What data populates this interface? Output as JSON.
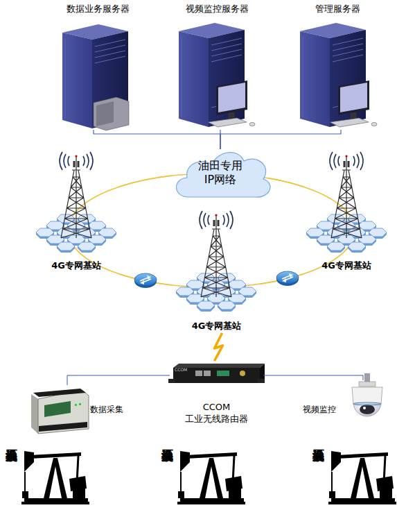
{
  "diagram": {
    "nodes": [
      {
        "text": [
          "数据业务服务器"
        ]
      },
      {
        "text": [
          "视频监控服务器"
        ]
      },
      {
        "text": [
          "管理服务器"
        ]
      },
      {
        "text": [
          "油田专用 IP网络"
        ]
      },
      {
        "text": [
          "4G专网基站"
        ]
      },
      {
        "text": [
          "4G专网基站"
        ]
      },
      {
        "text": [
          "4G专网基站"
        ]
      },
      {
        "text": [
          "CCOM 工业无线路由器"
        ]
      },
      {
        "text": [
          "数据采集"
        ]
      },
      {
        "text": [
          "视频监控"
        ]
      },
      {
        "text": [
          "石油采油机"
        ]
      },
      {
        "text": [
          "石油采油机"
        ]
      },
      {
        "text": [
          "石油采油机"
        ]
      }
    ],
    "edges": [
      {
        "from": 0,
        "to": 3,
        "arrow": "none"
      },
      {
        "from": 1,
        "to": 3,
        "arrow": "none"
      },
      {
        "from": 2,
        "to": 3,
        "arrow": "none"
      },
      {
        "from": 3,
        "to": 4,
        "arrow": "none"
      },
      {
        "from": 3,
        "to": 5,
        "arrow": "none"
      },
      {
        "from": 4,
        "to": 6,
        "arrow": "none"
      },
      {
        "from": 5,
        "to": 6,
        "arrow": "none"
      },
      {
        "from": 6,
        "to": 7,
        "arrow": "none"
      },
      {
        "from": 7,
        "to": 8,
        "arrow": "none"
      },
      {
        "from": 7,
        "to": 9,
        "arrow": "none"
      }
    ],
    "labels": [
      "CCOM"
    ]
  }
}
